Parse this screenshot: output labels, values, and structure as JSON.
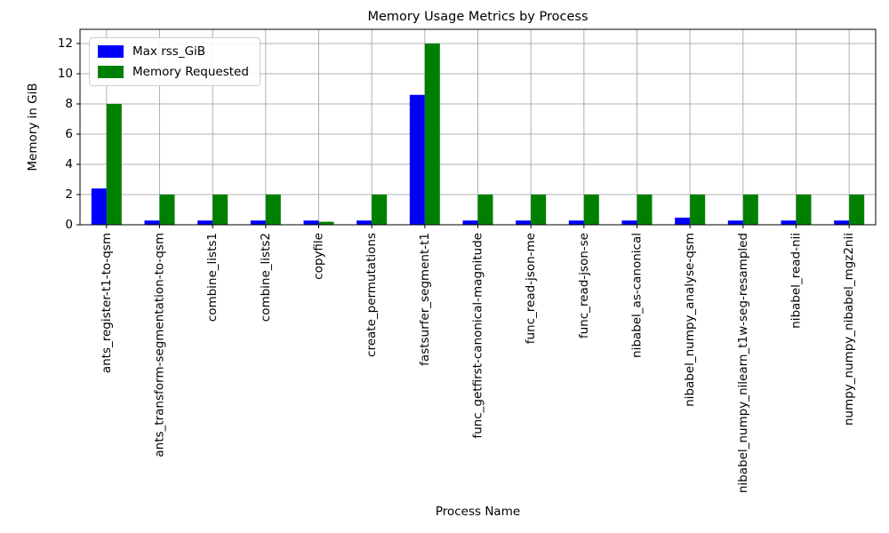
{
  "chart": {
    "title": "Memory Usage Metrics by Process",
    "xlabel": "Process Name",
    "ylabel": "Memory in GiB"
  },
  "chart_data": {
    "type": "bar",
    "title": "Memory Usage Metrics by Process",
    "xlabel": "Process Name",
    "ylabel": "Memory in GiB",
    "grid": true,
    "legend_position": "upper left",
    "ylim": [
      0,
      12.94
    ],
    "yticks": [
      0,
      2,
      4,
      6,
      8,
      10,
      12
    ],
    "categories": [
      "ants_register-t1-to-qsm",
      "ants_transform-segmentation-to-qsm",
      "combine_lists1",
      "combine_lists2",
      "copyfile",
      "create_permutations",
      "fastsurfer_segment-t1",
      "func_getfirst-canonical-magnitude",
      "func_read-json-me",
      "func_read-json-se",
      "nibabel_as-canonical",
      "nibabel_numpy_analyse-qsm",
      "nibabel_numpy_nilearn_t1w-seg-resampled",
      "nibabel_read-nii",
      "numpy_numpy_nibabel_mgz2nii"
    ],
    "series": [
      {
        "name": "Max rss_GiB",
        "color": "#0000ff",
        "values": [
          2.4,
          0.28,
          0.28,
          0.28,
          0.28,
          0.28,
          8.6,
          0.28,
          0.28,
          0.28,
          0.28,
          0.47,
          0.28,
          0.28,
          0.28
        ]
      },
      {
        "name": "Memory Requested",
        "color": "#008000",
        "values": [
          8,
          2,
          2,
          2,
          0.2,
          2,
          12,
          2,
          2,
          2,
          2,
          2,
          2,
          2,
          2
        ]
      }
    ]
  },
  "style": {
    "grid_color": "#b0b0b0",
    "spine_color": "#000000",
    "tick_color": "#000000",
    "background": "#ffffff"
  }
}
